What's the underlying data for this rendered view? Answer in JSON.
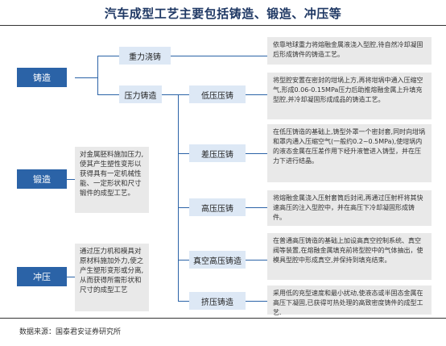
{
  "title": "汽车成型工艺主要包括铸造、锻造、冲压等",
  "source": "数据来源：国泰君安证券研究所",
  "processes": [
    {
      "label": "铸造"
    },
    {
      "label": "锻造",
      "description": "对金属胚料施加压力,使其产生塑性变形以获得具有一定机械性能、一定形状和尺寸锻件的成型工艺。"
    },
    {
      "label": "冲压",
      "description": "通过压力机和模具对原材料施加外力,使之产生塑形变形或分离,从而获得所需形状和尺寸的成型工艺"
    }
  ],
  "casting_types": [
    {
      "label": "重力浇铸",
      "description": "依靠地球重力将熔融金属液浇入型腔,待自然冷却凝固后形成铸件的铸造工艺。"
    },
    {
      "label": "压力铸造"
    }
  ],
  "pressure_types": [
    {
      "label": "低压压铸",
      "description": "将型腔安置在密封的坩埚上方,再将坩埚中通入压缩空气,形成0.06-0.15MPa压力后助推熔融金属上升填充型腔,并冷却凝固形成成品的铸造工艺。"
    },
    {
      "label": "差压压铸",
      "description": "在低压铸造的基础上,铸型外罩一个密封套,同时向坩埚和罩内通入压缩空气(一般约0.2~0.5MPa),使坩埚内的液态金属在压差作用下经升液管进入铸型，并在压力下进行结晶。"
    },
    {
      "label": "高压压铸",
      "description": "将熔融金属浇入压射套筒后封闭,再通过压射杆将其快速高压的注入型腔中，并在高压下冷却凝固形成铸件。"
    },
    {
      "label": "真空高压铸造",
      "description": "在普通高压铸造的基础上加设高真空控制系统、真空阀等装置,在熔融金属填充前将型腔中的气体抽出，使模具型腔中形成真空,并保持到填充结束。"
    },
    {
      "label": "挤压铸造",
      "description": "采用低的充型速度和最小扰动,使液态或半固态金属在高压下凝固,已获得可热处理的高致密度铸件的成型工艺."
    }
  ]
}
